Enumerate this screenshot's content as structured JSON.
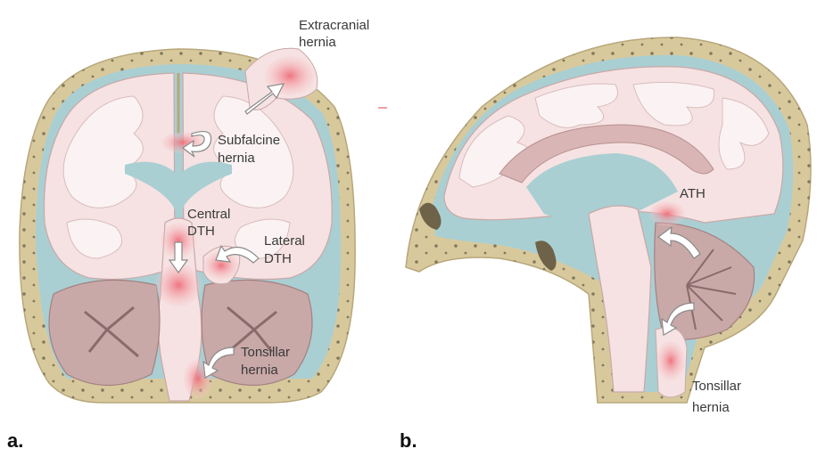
{
  "panel_a": {
    "letter": "a.",
    "labels": {
      "extracranial": [
        "Extracranial",
        "hernia"
      ],
      "subfalcine": [
        "Subfalcine",
        "hernia"
      ],
      "central": [
        "Central",
        "DTH"
      ],
      "lateral": [
        "Lateral",
        "DTH"
      ],
      "tonsillar": [
        "Tonsillar",
        "hernia"
      ]
    }
  },
  "panel_b": {
    "letter": "b.",
    "labels": {
      "ath": "ATH",
      "tonsillar": [
        "Tonsillar",
        "hernia"
      ]
    }
  },
  "colors": {
    "skull": "#d8c99d",
    "brain": "#f6e2e2",
    "gyri": "#fbf3f3",
    "csf": "#a9cfd3",
    "cerebellum": "#c9a8a8",
    "hernia": "#f08a92",
    "text": "#3a3a3a"
  }
}
